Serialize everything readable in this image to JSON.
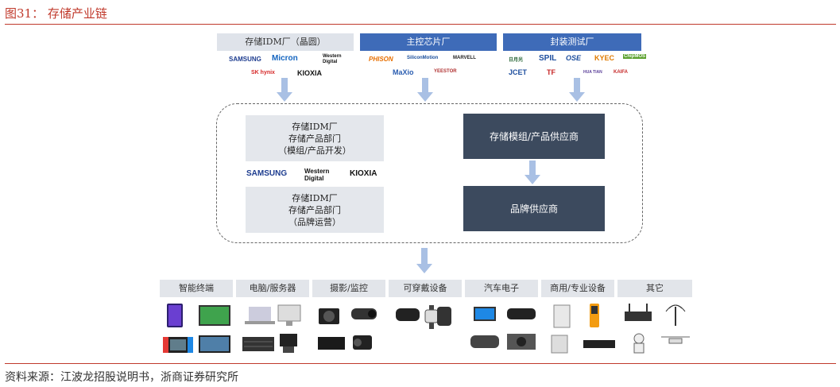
{
  "figure_title": "图31：  存储产业链",
  "source": "资料来源：江波龙招股说明书，浙商证券研究所",
  "top_headers": [
    "存储IDM厂（晶圆）",
    "主控芯片厂",
    "封装测试厂"
  ],
  "idm_logos": [
    "SAMSUNG",
    "Micron",
    "Western Digital",
    "SK hynix",
    "KIOXIA"
  ],
  "controller_logos": [
    "PHISON",
    "SiliconMotion",
    "MARVELL",
    "MaXio",
    "YEESTOR"
  ],
  "osat_logos": [
    "日月光",
    "SPIL",
    "OSE",
    "KYEC",
    "ChipMOS",
    "JCET",
    "TF",
    "HUA TIAN",
    "KAIFA"
  ],
  "idm_dept_1": [
    "存储IDM厂",
    "存储产品部门",
    "（模组/产品开发）"
  ],
  "idm_dept_2": [
    "存储IDM厂",
    "存储产品部门",
    "（品牌运营）"
  ],
  "mid_logos": [
    "SAMSUNG",
    "Western Digital",
    "KIOXIA"
  ],
  "module_supplier": "存储模组/产品供应商",
  "brand_supplier": "品牌供应商",
  "categories": [
    "智能终端",
    "电脑/服务器",
    "摄影/监控",
    "可穿戴设备",
    "汽车电子",
    "商用/专业设备",
    "其它"
  ],
  "colors": {
    "accent_red": "#c0392b",
    "blue_header": "#3e6bb8",
    "dark_box": "#3c4a5e",
    "arrow": "#a9c0e4"
  }
}
